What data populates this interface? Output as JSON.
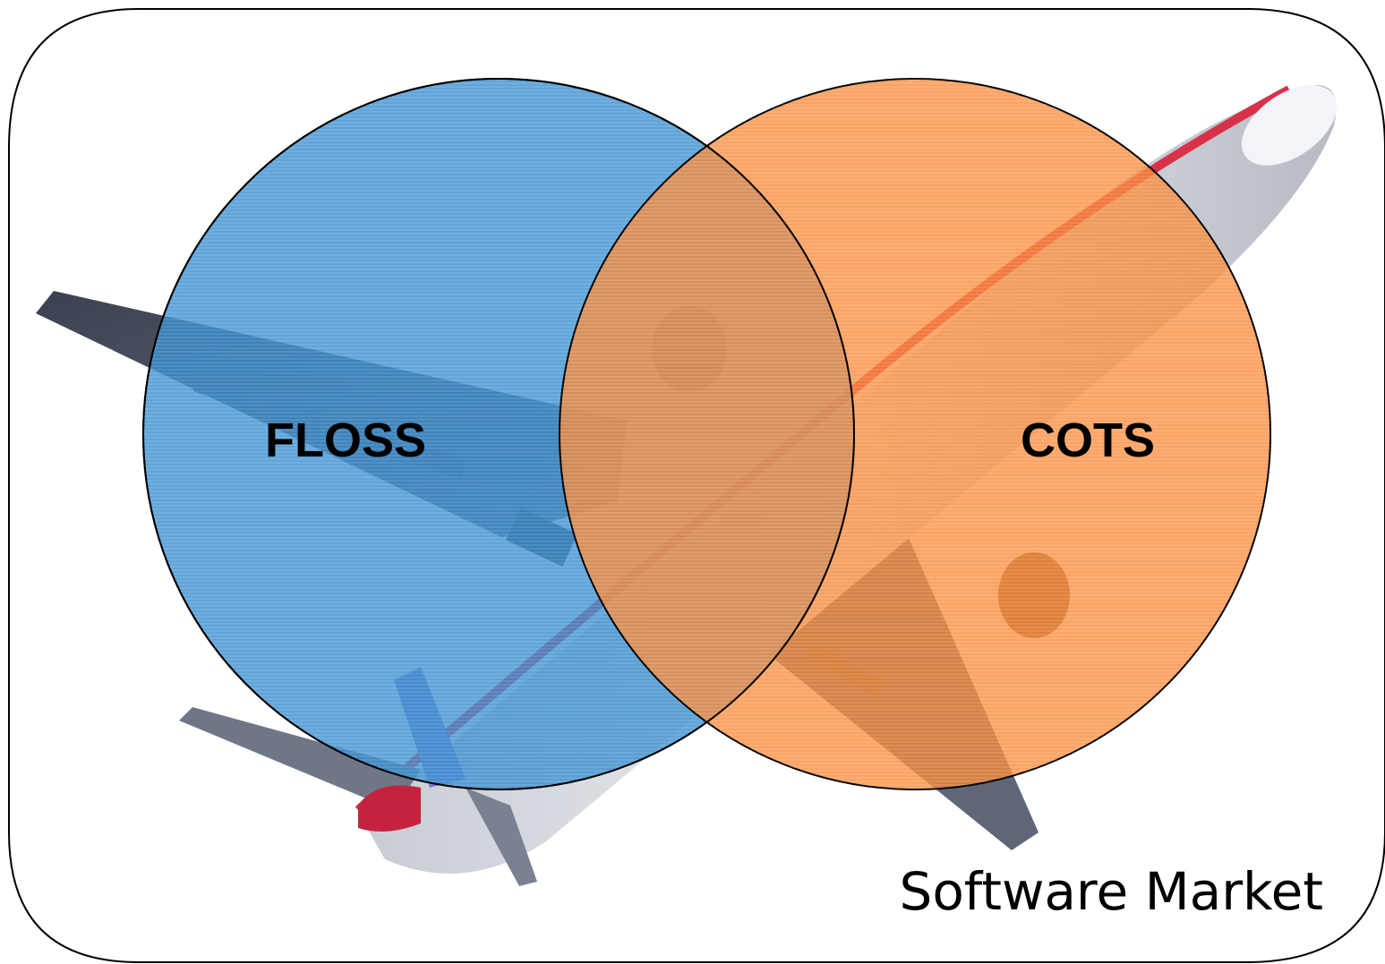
{
  "diagram": {
    "sets": [
      {
        "label": "FLOSS",
        "color": "#3a8fd0"
      },
      {
        "label": "COTS",
        "color": "#f98a3a"
      }
    ],
    "container_label": "Software Market",
    "background_picture": "airplane-photo",
    "colors": {
      "floss": "#3a8fd0",
      "cots": "#f98a3a",
      "outline": "#000000"
    }
  }
}
